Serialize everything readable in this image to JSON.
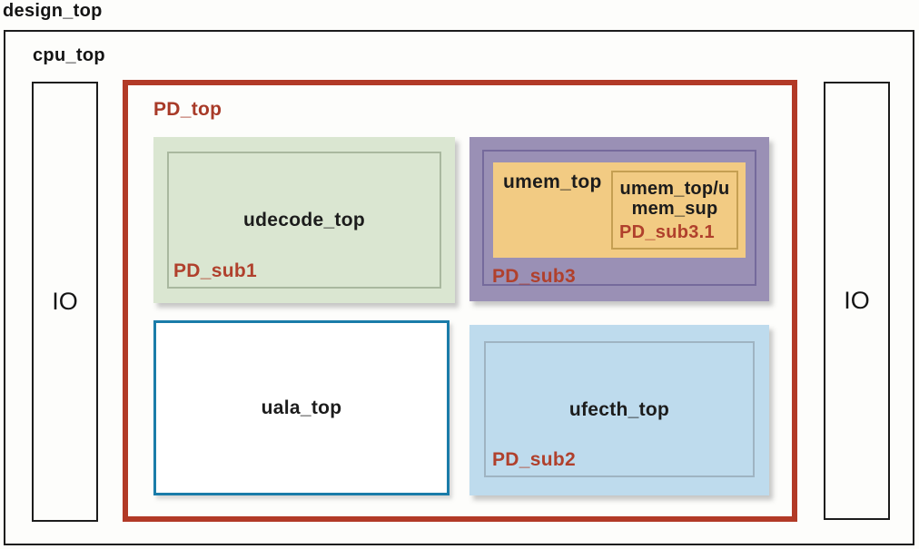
{
  "title": "design_top",
  "chip": {
    "name": "cpu_top",
    "io_left_label": "IO",
    "io_right_label": "IO"
  },
  "power_domains": {
    "pd_top": {
      "label": "PD_top"
    },
    "pd_sub1": {
      "label": "PD_sub1",
      "module": "udecode_top"
    },
    "pd_sub3": {
      "label": "PD_sub3",
      "module": "umem_top"
    },
    "pd_sub3_1": {
      "label": "PD_sub3.1",
      "module": "umem_top/umem_sup"
    },
    "pd_sub2": {
      "label": "PD_sub2",
      "module": "ufecth_top"
    }
  },
  "modules": {
    "uala": {
      "name": "uala_top"
    }
  },
  "colors": {
    "pd_top_border": "#b23a27",
    "domain_label_red": "#b0402c",
    "pd_sub1_fill": "#dae6d1",
    "pd_sub1_inner_border": "#a9b89f",
    "pd_sub3_fill": "#9a90b5",
    "pd_sub3_inner_border": "#756a9c",
    "umem_fill": "#f2cb83",
    "umem_sup_border": "#c59f52",
    "pd_sub2_fill": "#bedbed",
    "pd_sub2_inner_border": "#9fb4c2",
    "uala_border": "#1a7ca9",
    "outline_black": "#1c1c1c"
  }
}
